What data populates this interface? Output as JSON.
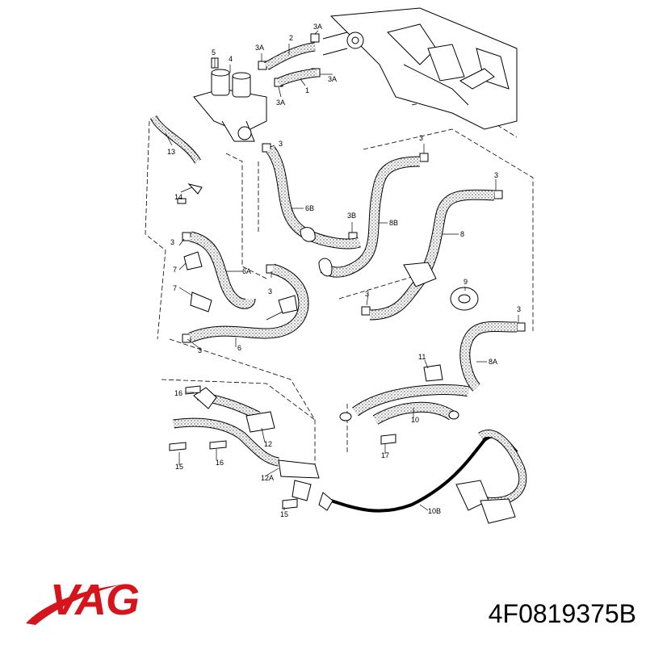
{
  "diagram": {
    "callouts": [
      {
        "id": "c-1",
        "text": "1"
      },
      {
        "id": "c-2",
        "text": "2"
      },
      {
        "id": "c-3a-1",
        "text": "3A"
      },
      {
        "id": "c-3a-2",
        "text": "3A"
      },
      {
        "id": "c-3a-3",
        "text": "3A"
      },
      {
        "id": "c-3a-4",
        "text": "3A"
      },
      {
        "id": "c-4",
        "text": "4"
      },
      {
        "id": "c-5",
        "text": "5"
      },
      {
        "id": "c-13",
        "text": "13"
      },
      {
        "id": "c-14",
        "text": "14"
      },
      {
        "id": "c-3-1",
        "text": "3"
      },
      {
        "id": "c-3-2",
        "text": "3"
      },
      {
        "id": "c-3-3",
        "text": "3"
      },
      {
        "id": "c-3-4",
        "text": "3"
      },
      {
        "id": "c-3-5",
        "text": "3"
      },
      {
        "id": "c-3-6",
        "text": "3"
      },
      {
        "id": "c-3-7",
        "text": "3"
      },
      {
        "id": "c-3-8",
        "text": "3"
      },
      {
        "id": "c-6b",
        "text": "6B"
      },
      {
        "id": "c-3b",
        "text": "3B"
      },
      {
        "id": "c-8b",
        "text": "8B"
      },
      {
        "id": "c-8",
        "text": "8"
      },
      {
        "id": "c-7-1",
        "text": "7"
      },
      {
        "id": "c-7-2",
        "text": "7"
      },
      {
        "id": "c-6a",
        "text": "6A"
      },
      {
        "id": "c-6",
        "text": "6"
      },
      {
        "id": "c-9",
        "text": "9"
      },
      {
        "id": "c-8a",
        "text": "8A"
      },
      {
        "id": "c-11",
        "text": "11"
      },
      {
        "id": "c-10",
        "text": "10"
      },
      {
        "id": "c-16-1",
        "text": "16"
      },
      {
        "id": "c-16-2",
        "text": "16"
      },
      {
        "id": "c-12",
        "text": "12"
      },
      {
        "id": "c-12a",
        "text": "12A"
      },
      {
        "id": "c-15-1",
        "text": "15"
      },
      {
        "id": "c-15-2",
        "text": "15"
      },
      {
        "id": "c-17",
        "text": "17"
      },
      {
        "id": "c-10b",
        "text": "10B"
      }
    ]
  },
  "brand": {
    "logo_text": "VAG",
    "logo_color": "#d5141b",
    "swoosh_color": "#d5141b"
  },
  "part_number": "4F0819375B"
}
